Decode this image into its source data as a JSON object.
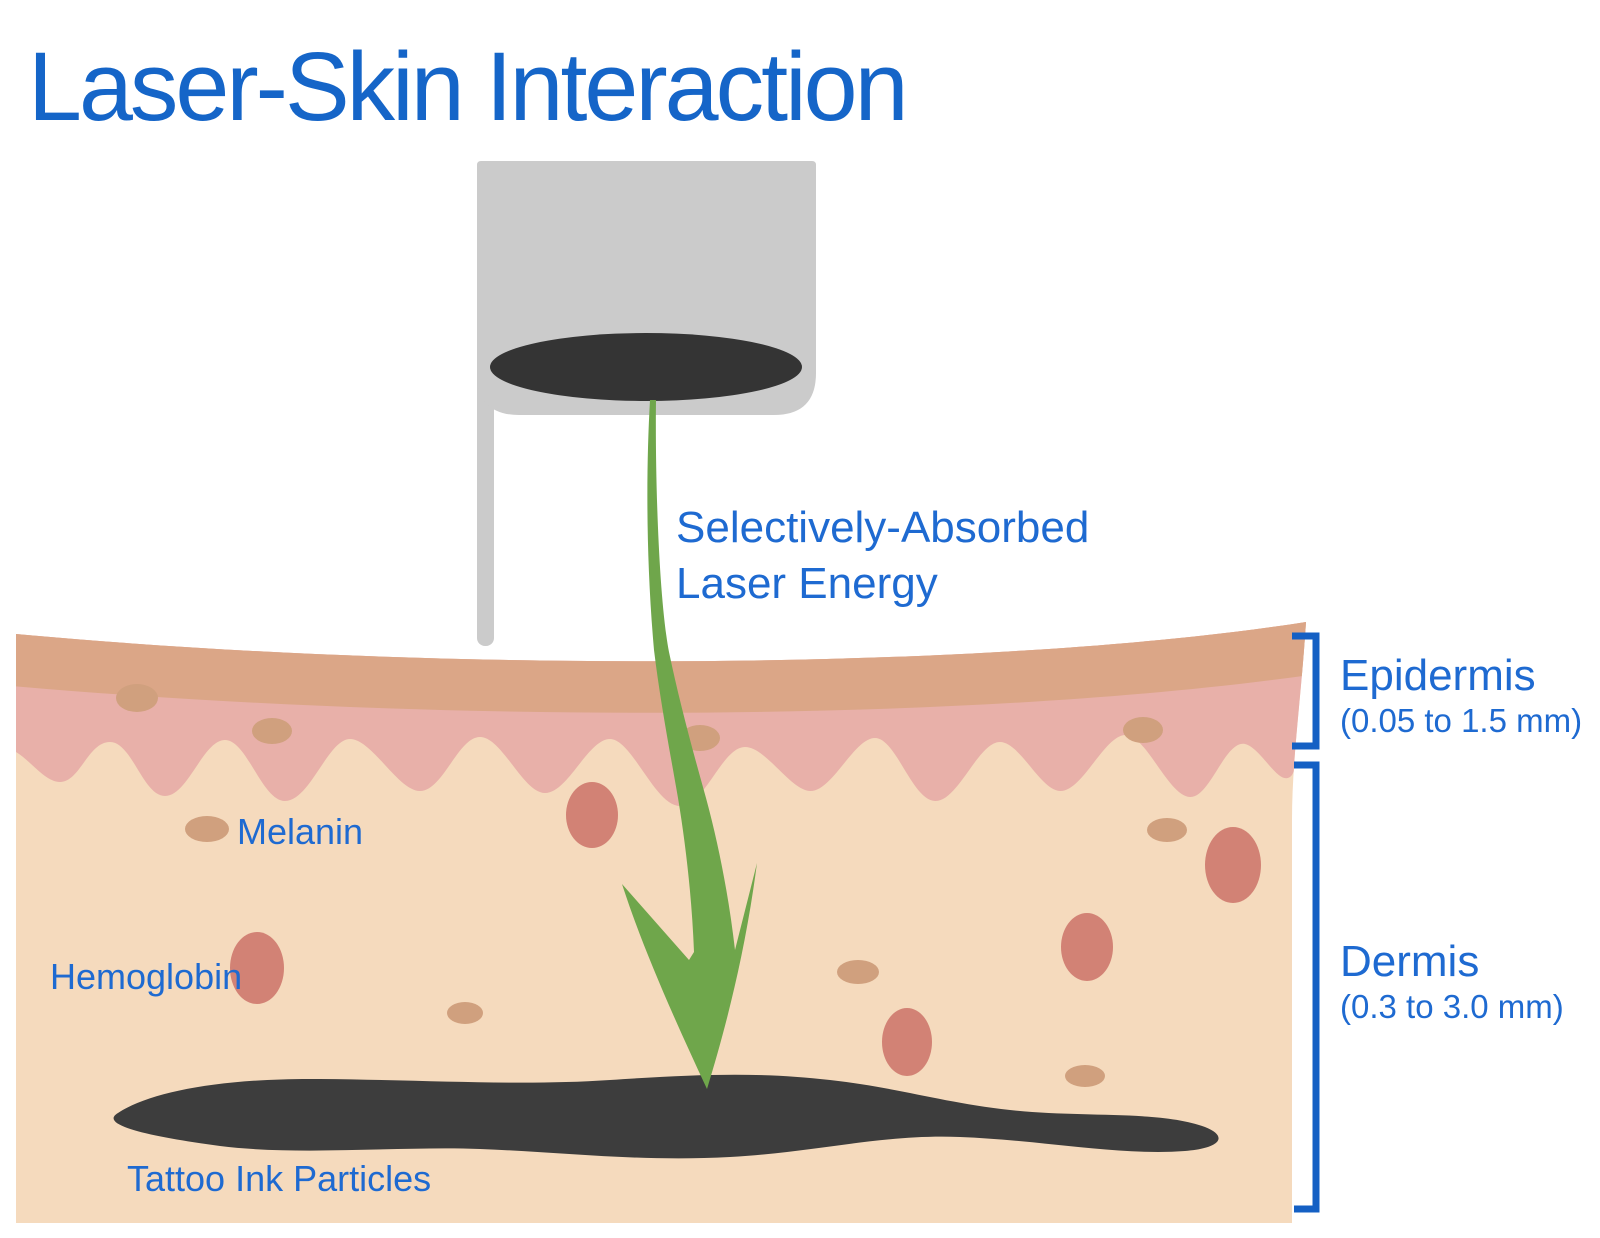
{
  "title": "Laser-Skin Interaction",
  "beam_label": {
    "line1": "Selectively-Absorbed",
    "line2": "Laser Energy"
  },
  "skin_labels": {
    "melanin": "Melanin",
    "hemoglobin": "Hemoglobin",
    "tattoo_ink": "Tattoo Ink Particles"
  },
  "layer_annotations": [
    {
      "name": "Epidermis",
      "depth_range": "(0.05 to 1.5 mm)"
    },
    {
      "name": "Dermis",
      "depth_range": "(0.3 to 3.0 mm)"
    }
  ],
  "colors": {
    "title_blue": "#1565C8",
    "label_blue": "#1E6AD1",
    "bracket_blue": "#1460C4",
    "device_gray": "#CBCBCB",
    "lens_dark": "#343434",
    "laser_green": "#6FA64B",
    "stratum_tan": "#DBA687",
    "epidermis_pink": "#E8B0A9",
    "dermis_peach": "#F5DABD",
    "melanin_tan": "#D0A07E",
    "hemoglobin_red": "#D28275",
    "tattoo_ink_dark": "#3D3D3D",
    "background": "#FFFFFF"
  }
}
